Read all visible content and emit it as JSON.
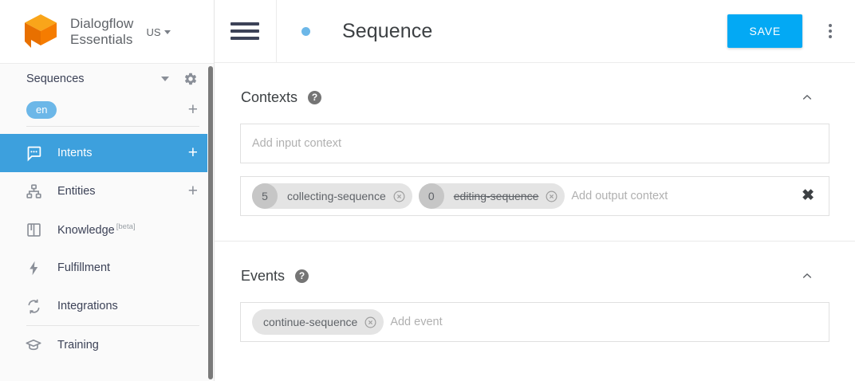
{
  "brand": {
    "logo_icon": "dialogflow-cube-logo",
    "name_line1": "Dialogflow",
    "name_line2": "Essentials",
    "region_label": "US",
    "accent_orange": "#f29100"
  },
  "sidebar": {
    "agent": {
      "name": "Sequences",
      "settings_icon": "gear-icon",
      "dropdown_icon": "caret-down-icon"
    },
    "language": {
      "chip": "en",
      "add_icon": "plus-icon",
      "chip_color": "#6cb7e8"
    },
    "items": [
      {
        "label": "Intents",
        "icon": "chat-bubble-icon",
        "active": true,
        "has_plus": true
      },
      {
        "label": "Entities",
        "icon": "entities-hierarchy-icon",
        "active": false,
        "has_plus": true
      },
      {
        "label": "Knowledge",
        "icon": "book-icon",
        "active": false,
        "badge": "[beta]",
        "has_plus": false
      },
      {
        "label": "Fulfillment",
        "icon": "bolt-icon",
        "active": false,
        "has_plus": false
      },
      {
        "label": "Integrations",
        "icon": "refresh-arrows-icon",
        "active": false,
        "has_plus": false
      },
      {
        "label": "Training",
        "icon": "graduation-cap-icon",
        "active": false,
        "has_plus": false
      }
    ],
    "active_color": "#3da0dd"
  },
  "topbar": {
    "menu_icon": "hamburger-menu-icon",
    "status_dot_color": "#6cb7e8",
    "title": "Sequence",
    "save_label": "SAVE",
    "save_color": "#03a9f4",
    "more_icon": "kebab-menu-icon"
  },
  "contexts": {
    "title": "Contexts",
    "help_icon": "help-circle-icon",
    "collapse_icon": "chevron-up-icon",
    "input_context": {
      "placeholder": "Add input context",
      "value": ""
    },
    "output_context": {
      "placeholder": "Add output context",
      "clear_icon": "close-x-icon",
      "chips": [
        {
          "count": "5",
          "label": "collecting-sequence",
          "struck": false,
          "remove_icon": "remove-circle-icon"
        },
        {
          "count": "0",
          "label": "editing-sequence",
          "struck": true,
          "remove_icon": "remove-circle-icon"
        }
      ]
    }
  },
  "events": {
    "title": "Events",
    "help_icon": "help-circle-icon",
    "collapse_icon": "chevron-up-icon",
    "placeholder": "Add event",
    "chips": [
      {
        "label": "continue-sequence",
        "remove_icon": "remove-circle-icon"
      }
    ]
  }
}
